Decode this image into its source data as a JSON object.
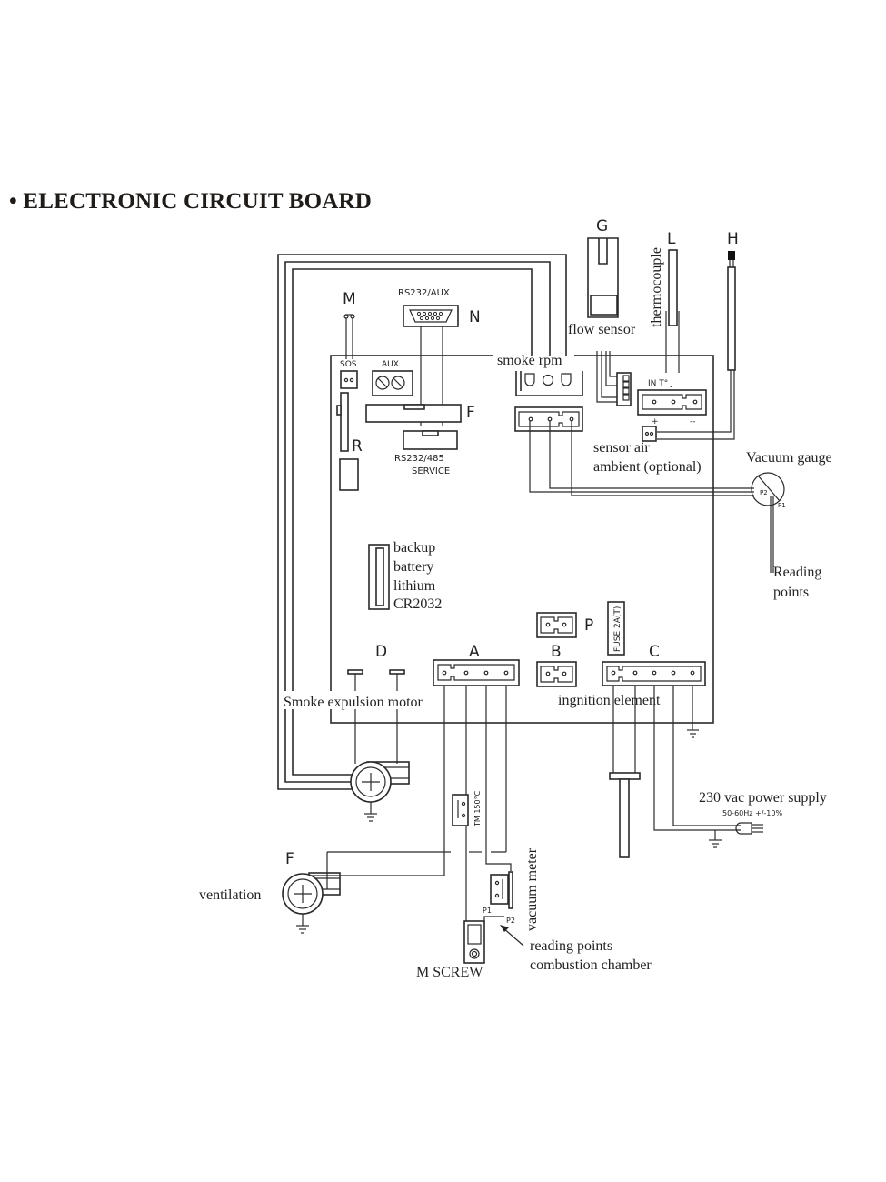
{
  "title": "• ELECTRONIC CIRCUIT BOARD",
  "letters": {
    "M": "M",
    "N": "N",
    "F_board": "F",
    "R": "R",
    "G": "G",
    "L": "L",
    "H": "H",
    "P": "P",
    "A": "A",
    "B": "B",
    "C": "C",
    "D": "D",
    "F_fan": "F"
  },
  "labels": {
    "rs232_aux": "RS232/AUX",
    "sos": "SOS",
    "aux": "AUX",
    "rs232_485": "RS232/485",
    "service": "SERVICE",
    "smoke_rpm": "smoke rpm",
    "flow_sensor": "flow sensor",
    "thermocouple": "thermocouple",
    "in_t_j": "IN T° J",
    "plus": "+",
    "minus": "--",
    "sensor_air_1": "sensor air",
    "sensor_air_2": "ambient (optional)",
    "vacuum_gauge": "Vacuum gauge",
    "p2": "P2",
    "p1": "P1",
    "reading_points_1": "Reading",
    "reading_points_2": "points",
    "battery_1": "backup",
    "battery_2": "battery",
    "battery_3": "lithium",
    "battery_4": "CR2032",
    "fuse": "FUSE 2A(T)",
    "smoke_motor": "Smoke expulsion motor",
    "ignition": "ingnition element",
    "power_supply": "230 vac power supply",
    "power_spec": "50-60Hz +/-10%",
    "ventilation": "ventilation",
    "tm150": "TM 150°C",
    "vacuum_meter": "vacuum meter",
    "vm_p1": "P1",
    "vm_p2": "P2",
    "reading_cc_1": "reading points",
    "reading_cc_2": "combustion chamber",
    "m_screw": "M SCREW"
  }
}
